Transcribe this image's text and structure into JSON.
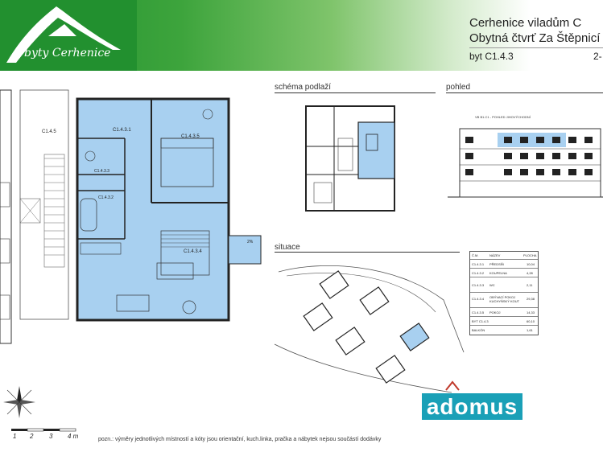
{
  "header": {
    "logo_text": "byty Cerhenice",
    "title_line1": "Cerhenice         viladům C",
    "title_line2": "Obytná čtvrť Za Štěpnicí",
    "unit_label": "byt C1.4.3",
    "page_label": "2-"
  },
  "sections": {
    "schema": "schéma podlaží",
    "view": "pohled",
    "situation": "situace"
  },
  "plan": {
    "rooms": [
      "C1.4.5",
      "C1.4.3.1",
      "C1.4.3.5",
      "C1.4.3.3",
      "C1.4.3.2",
      "C1.4.3.4"
    ],
    "balcony": "2%"
  },
  "view_caption": "VB B1.C1 - POHLED JIHOVÝCHODNÍ",
  "legend": {
    "headers": [
      "Č.M.",
      "NÁZEV",
      "PLOCHA"
    ],
    "rows": [
      [
        "C1.4.3.1",
        "PŘEDSÍŇ",
        "10,04"
      ],
      [
        "C1.4.3.2",
        "KOUPELNA",
        "4,28"
      ],
      [
        "C1.4.3.3",
        "WC",
        "2,11"
      ],
      [
        "C1.4.3.4",
        "OBÝVACÍ POKOJ KUCHYŇSKÝ KOUT",
        "29,38"
      ],
      [
        "C1.4.3.5",
        "POKOJ",
        "14,33"
      ]
    ],
    "total": [
      "BYT C1.4.3",
      "",
      "60,10"
    ],
    "balcony": [
      "BALKÓN",
      "",
      "1,61"
    ]
  },
  "scale": [
    "1",
    "2",
    "3",
    "4 m"
  ],
  "note": "pozn.: výměry jednotlivých místností a kóty jsou orientační, kuch.linka, pračka a nábytek nejsou součástí dodávky",
  "brand": "adomus",
  "colors": {
    "accent": "#2a9a36",
    "room_fill": "#a8d0f0",
    "brand": "#1aa0b7"
  }
}
